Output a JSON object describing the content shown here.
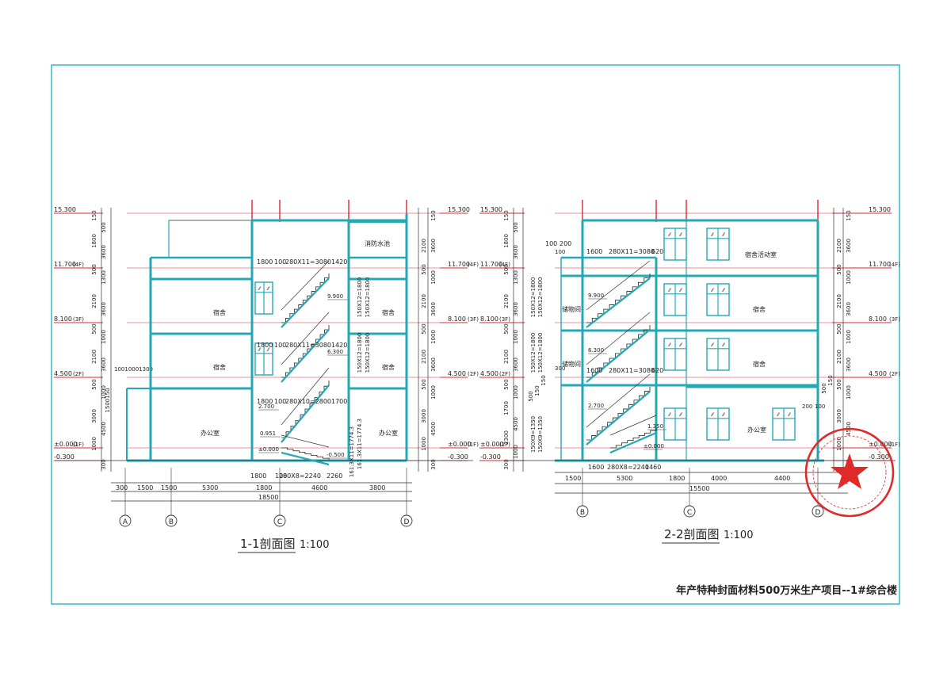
{
  "sheet": {
    "title_block": "年产特种封面材料500万米生产项目--1#综合楼",
    "colors": {
      "wall": "#23a9b5",
      "level_line": "#e0242f",
      "dim": "#333333",
      "frame": "#2bb3bd",
      "stamp": "#e02a2a"
    }
  },
  "section_left": {
    "caption": "1-1剖面图",
    "scale": "1:100",
    "levels": [
      {
        "elev": "15.300",
        "tag": ""
      },
      {
        "elev": "11.700",
        "tag": "(4F)"
      },
      {
        "elev": "8.100",
        "tag": "(3F)"
      },
      {
        "elev": "4.500",
        "tag": "(2F)"
      },
      {
        "elev": "±0.000",
        "tag": "(1F)"
      },
      {
        "elev": "-0.300",
        "tag": ""
      }
    ],
    "rooms": [
      "消防水池",
      "宿舍",
      "宿舍",
      "宿舍",
      "宿舍",
      "办公室",
      "办公室"
    ],
    "stair_notes": [
      "1800",
      "100",
      "280X11=3080",
      "1420",
      "1800",
      "100",
      "280X11=3080",
      "1420",
      "1800",
      "100",
      "280X10=2800",
      "1700",
      "161.3X11=1774.3",
      "161.3X11=1774.3",
      "150X12=1800",
      "150X12=1800",
      "150X12=1800",
      "150X12=1800"
    ],
    "spot_elevs": [
      "9.900",
      "6.300",
      "2.700",
      "0.951",
      "±0.000",
      "-0.500"
    ],
    "dims_bottom": [
      "1800",
      "100",
      "280X8=2240",
      "2260",
      "300",
      "1500",
      "1500",
      "5300",
      "1800",
      "4600",
      "3800",
      "18500"
    ],
    "dims_left": [
      "150",
      "500",
      "1800",
      "3600",
      "500",
      "1300",
      "2100",
      "3600",
      "500",
      "1000",
      "2100",
      "3600",
      "500",
      "1000",
      "3000",
      "4500",
      "1000",
      "300",
      "100",
      "1000",
      "1300",
      "1500",
      "150"
    ],
    "dims_right": [
      "150",
      "2100",
      "3600",
      "500",
      "1000",
      "2100",
      "3600",
      "500",
      "1000",
      "2100",
      "3600",
      "500",
      "1000",
      "3000",
      "4500",
      "1000",
      "300"
    ],
    "axes": [
      "A",
      "B",
      "C",
      "D"
    ]
  },
  "section_right": {
    "caption": "2-2剖面图",
    "scale": "1:100",
    "levels": [
      {
        "elev": "15.300",
        "tag": ""
      },
      {
        "elev": "11.700",
        "tag": "(4F)"
      },
      {
        "elev": "8.100",
        "tag": "(3F)"
      },
      {
        "elev": "4.500",
        "tag": "(2F)"
      },
      {
        "elev": "±0.000",
        "tag": "(1F)"
      },
      {
        "elev": "-0.300",
        "tag": ""
      }
    ],
    "rooms": [
      "宿舍活动室",
      "宿舍",
      "宿舍",
      "办公室",
      "储物间",
      "储物间"
    ],
    "stair_notes": [
      "100",
      "200",
      "1600",
      "280X11=3080",
      "620",
      "1600",
      "280X11=3080",
      "620",
      "150X12=1800",
      "150X12=1800",
      "150X12=1800",
      "150X12=1800",
      "150X9=1350",
      "150X9=1350",
      "100",
      "300",
      "200",
      "100"
    ],
    "spot_elevs": [
      "9.900",
      "6.300",
      "2.700",
      "1.350",
      "±0.000"
    ],
    "dims_bottom": [
      "1600",
      "280X8=2240",
      "1460",
      "1500",
      "5300",
      "1800",
      "4000",
      "4400",
      "15500"
    ],
    "dims_left": [
      "150",
      "500",
      "1800",
      "3600",
      "500",
      "1300",
      "2100",
      "3600",
      "500",
      "1000",
      "2100",
      "3600",
      "500",
      "1000",
      "1700",
      "4500",
      "2300",
      "1000",
      "300",
      "500",
      "150",
      "150"
    ],
    "dims_right": [
      "150",
      "2100",
      "3600",
      "500",
      "1000",
      "2100",
      "3600",
      "500",
      "1000",
      "2100",
      "3600",
      "500",
      "1000",
      "3000",
      "4500",
      "1000",
      "300",
      "500",
      "150"
    ],
    "axes": [
      "B",
      "C",
      "D"
    ]
  }
}
